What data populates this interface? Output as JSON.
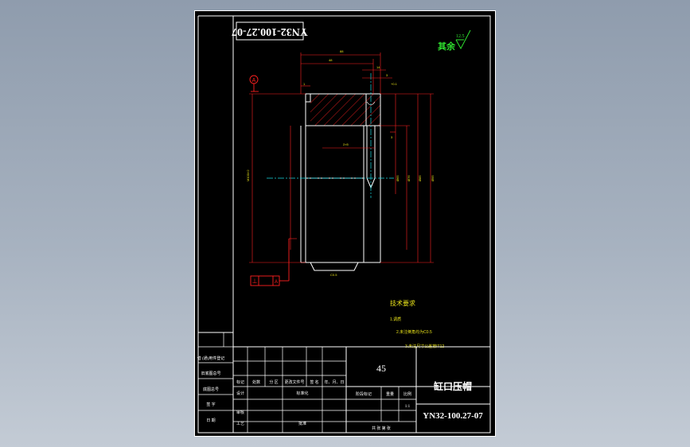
{
  "drawing": {
    "code_rotated": "YN32-100.27-07",
    "roughness_label": "其余",
    "roughness_value": "12.5",
    "datum_label": "A",
    "tolerance_symbol": "⊥",
    "tolerance_datum": "A",
    "tech_req_title": "技术要求",
    "tech_req_lines": [
      "1.调质",
      "2.未注倒角均为C0.5",
      "3.未注尺寸公差按IT12"
    ]
  },
  "title_block": {
    "material": "45",
    "part_name": "缸口压帽",
    "drawing_number": "YN32-100.27-07",
    "scale": "1:1",
    "headers": [
      "标记",
      "处数",
      "分 区",
      "更改文件号",
      "签 名",
      "年、月、日"
    ],
    "design_label": "设计",
    "standardize_label": "标准化",
    "review_label": "审核",
    "process_label": "工艺",
    "approve_label": "批准",
    "stage_label": "阶段标记",
    "weight_label": "重量",
    "scale_label": "比例",
    "sheet_label": "共    张    第    张"
  },
  "left_block": {
    "rows": [
      "借 (通)用件登记",
      "旧底图总号",
      "底图总号",
      "签  字",
      "日  期"
    ]
  }
}
